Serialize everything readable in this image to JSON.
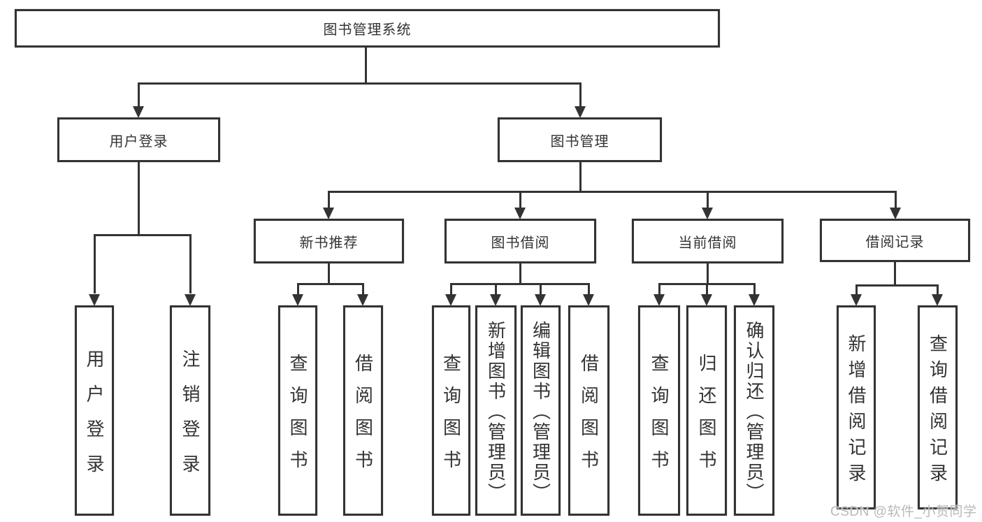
{
  "nodes": {
    "root": "图书管理系统",
    "level2": [
      "用户登录",
      "图书管理"
    ],
    "level3": [
      "新书推荐",
      "图书借阅",
      "当前借阅",
      "借阅记录"
    ],
    "leaves": [
      "用户登录",
      "注销登录",
      "查询图书",
      "借阅图书",
      "查询图书",
      "新增图书（管理员）",
      "编辑图书（管理员）",
      "借阅图书",
      "查询图书",
      "归还图书",
      "确认归还（管理员）",
      "新增借阅记录",
      "查询借阅记录"
    ]
  },
  "watermark": "CSDN @软件_小贺同学",
  "colors": {
    "line": "#333333",
    "text": "#333333",
    "box_background": "#ffffff",
    "page_background": "#ffffff",
    "watermark": "#b9b9b9"
  }
}
